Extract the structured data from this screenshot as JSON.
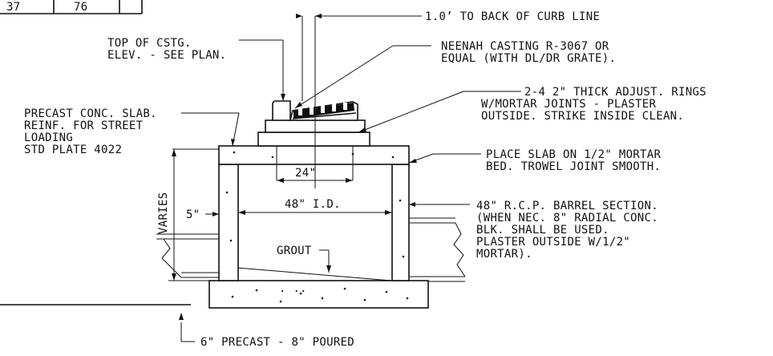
{
  "table_fragment": {
    "cells": [
      "37",
      "76",
      ""
    ]
  },
  "labels": {
    "back_of_curb": "1.0’ TO BACK OF CURB LINE",
    "top_of_casting_1": "TOP OF CSTG.",
    "top_of_casting_2": "ELEV. - SEE PLAN.",
    "neenah_1": "NEENAH CASTING R-3067 OR",
    "neenah_2": "EQUAL (WITH DL/DR GRATE).",
    "rings_1": "2-4 2\" THICK ADJUST. RINGS",
    "rings_2": "W/MORTAR JOINTS - PLASTER",
    "rings_3": "OUTSIDE. STRIKE INSIDE CLEAN.",
    "slab_1": "PRECAST CONC. SLAB.",
    "slab_2": "REINF. FOR STREET",
    "slab_3": "LOADING",
    "slab_4": "STD PLATE 4022",
    "bed_1": "PLACE SLAB ON 1/2\" MORTAR",
    "bed_2": "BED.  TROWEL JOINT SMOOTH.",
    "dim_24": "24\"",
    "dim_48": "48\" I.D.",
    "varies": "VARIES",
    "dim_5": "5\"",
    "barrel_1": "48\" R.C.P. BARREL SECTION.",
    "barrel_2": "(WHEN NEC. 8\" RADIAL CONC.",
    "barrel_3": "BLK. SHALL BE USED.",
    "barrel_4": "PLASTER OUTSIDE W/1/2\"",
    "barrel_5": "MORTAR).",
    "grout": "GROUT",
    "base": "6\" PRECAST - 8\" POURED"
  }
}
